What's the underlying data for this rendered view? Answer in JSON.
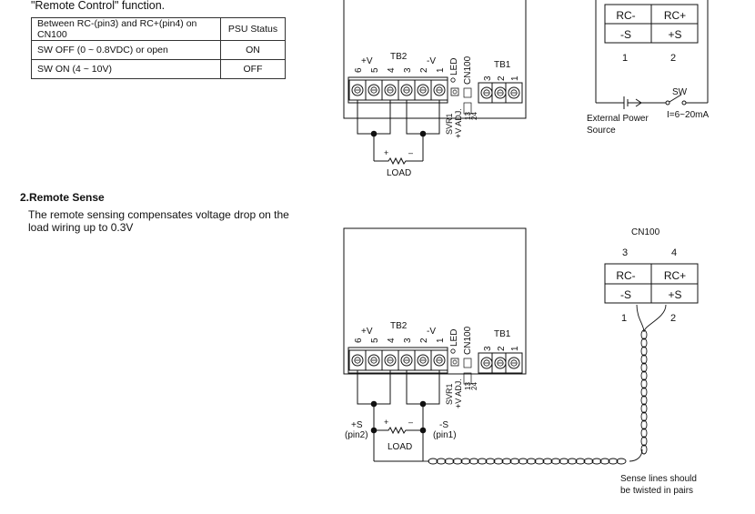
{
  "intro_text": "\"Remote Control\" function.",
  "remote_control_table": {
    "header": [
      "Between RC-(pin3) and RC+(pin4) on CN100",
      "PSU Status"
    ],
    "rows": [
      [
        "SW OFF (0 ~ 0.8VDC) or open",
        "ON"
      ],
      [
        "SW ON (4 ~ 10V)",
        "OFF"
      ]
    ]
  },
  "section2": {
    "heading": "2.Remote Sense",
    "paragraph": "The remote sensing compensates voltage drop on the load wiring up to 0.3V"
  },
  "psu": {
    "tb2": "TB2",
    "tb1": "TB1",
    "plus_v": "+V",
    "minus_v": "-V",
    "tb2_pins": [
      "6",
      "5",
      "4",
      "3",
      "2",
      "1"
    ],
    "tb1_pins": [
      "3",
      "2",
      "1"
    ],
    "led": "LED",
    "cn100": "CN100",
    "svr1": "SVR1",
    "v_adj": "+V ADJ.",
    "cn_pins": [
      "13",
      "24"
    ]
  },
  "diagram1": {
    "load_label": "LOAD",
    "load_plus": "+",
    "load_minus": "–",
    "connector": {
      "cells": [
        "RC-",
        "RC+",
        "-S",
        "+S"
      ],
      "bottom_pins": [
        "1",
        "2"
      ]
    },
    "sw_label": "SW",
    "current": "I=6~20mA",
    "external_source_line1": "External Power",
    "external_source_line2": "Source"
  },
  "diagram2": {
    "load_label": "LOAD",
    "load_plus": "+",
    "load_minus": "–",
    "plus_s": "+S",
    "pin2": "(pin2)",
    "minus_s": "-S",
    "pin1": "(pin1)",
    "cn_label": "CN100",
    "connector": {
      "cells": [
        "RC-",
        "RC+",
        "-S",
        "+S"
      ],
      "top_pins": [
        "3",
        "4"
      ],
      "bottom_pins": [
        "1",
        "2"
      ]
    },
    "note_line1": "Sense lines should",
    "note_line2": "be twisted in pairs"
  }
}
